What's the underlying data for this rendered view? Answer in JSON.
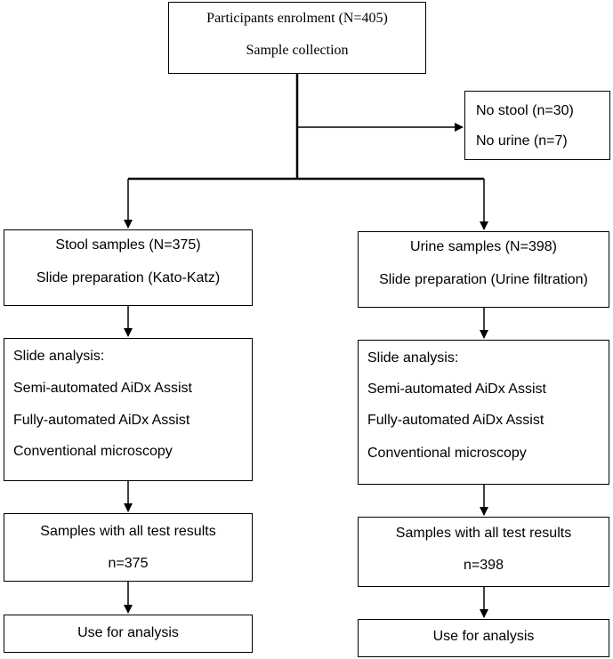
{
  "top": {
    "line1": "Participants enrolment (N=405)",
    "line2": "Sample collection"
  },
  "excluded": {
    "line1": "No stool (n=30)",
    "line2": "No urine (n=7)"
  },
  "stool": {
    "samples": {
      "line1": "Stool samples (N=375)",
      "line2": "Slide preparation (Kato-Katz)"
    },
    "analysis": {
      "heading": "Slide analysis:",
      "items": [
        "Semi-automated AiDx Assist",
        "Fully-automated AiDx Assist",
        "Conventional microscopy"
      ]
    },
    "results": {
      "line1": "Samples with all test results",
      "line2": "n=375"
    },
    "use": "Use for analysis"
  },
  "urine": {
    "samples": {
      "line1": "Urine samples (N=398)",
      "line2": "Slide preparation (Urine filtration)"
    },
    "analysis": {
      "heading": "Slide analysis:",
      "items": [
        "Semi-automated AiDx Assist",
        "Fully-automated AiDx Assist",
        "Conventional microscopy"
      ]
    },
    "results": {
      "line1": "Samples with all test results",
      "line2": "n=398"
    },
    "use": "Use for analysis"
  }
}
